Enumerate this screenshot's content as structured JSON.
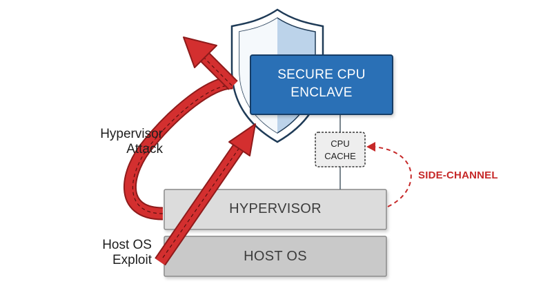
{
  "diagram": {
    "enclave": {
      "line1": "SECURE CPU",
      "line2": "ENCLAVE"
    },
    "cache": {
      "line1": "CPU",
      "line2": "CACHE"
    },
    "side_channel": "SIDE-CHANNEL",
    "hypervisor_layer": "HYPERVISOR",
    "host_os_layer": "HOST OS",
    "hypervisor_attack": {
      "line1": "Hypervisor",
      "line2": "Attack"
    },
    "host_os_exploit": {
      "line1": "Host OS",
      "line2": "Exploit"
    }
  },
  "colors": {
    "enclave_fill": "#2a6fb6",
    "shield_fill": "#bcd3ea",
    "attack_red": "#d32f2f",
    "layer_fill": "#dcdcdc",
    "host_fill": "#c9c9c9"
  }
}
